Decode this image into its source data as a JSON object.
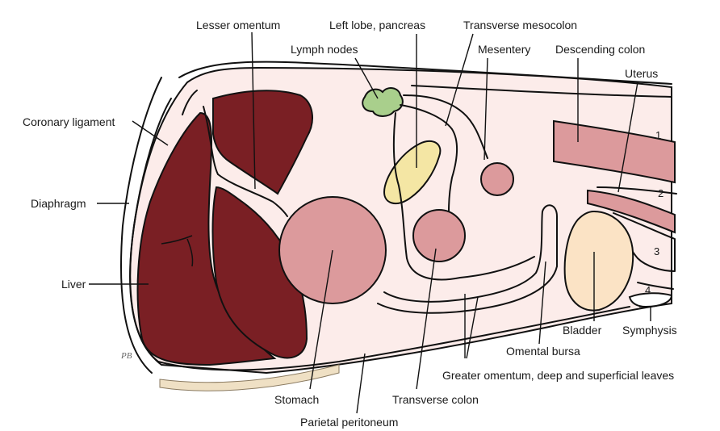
{
  "colors": {
    "cavity": "#fcecea",
    "liver": "#7a1f24",
    "liver_highlight": "#9a3a3e",
    "stomach": "#dc9a9c",
    "transverse_colon": "#dc9a9c",
    "mesentery_loop": "#dc9a9c",
    "descending_colon": "#dc9a9c",
    "uterus": "#dc9a9c",
    "lymph_nodes": "#a9cf8c",
    "pancreas": "#f4e6a4",
    "bladder": "#fbe3c5",
    "skin": "#efe0c4",
    "outline": "#111111"
  },
  "labels": {
    "lesser_omentum": "Lesser omentum",
    "left_lobe_pancreas": "Left lobe, pancreas",
    "transverse_mesocolon": "Transverse mesocolon",
    "lymph_nodes": "Lymph nodes",
    "mesentery": "Mesentery",
    "descending_colon": "Descending colon",
    "uterus": "Uterus",
    "coronary_ligament": "Coronary ligament",
    "diaphragm": "Diaphragm",
    "liver": "Liver",
    "bladder": "Bladder",
    "symphysis": "Symphysis",
    "omental_bursa": "Omental bursa",
    "greater_omentum": "Greater omentum, deep and superficial leaves",
    "stomach": "Stomach",
    "transverse_colon": "Transverse colon",
    "parietal_peritoneum": "Parietal peritoneum"
  },
  "region_numbers": [
    "1",
    "2",
    "3",
    "4"
  ],
  "signature": "PB"
}
